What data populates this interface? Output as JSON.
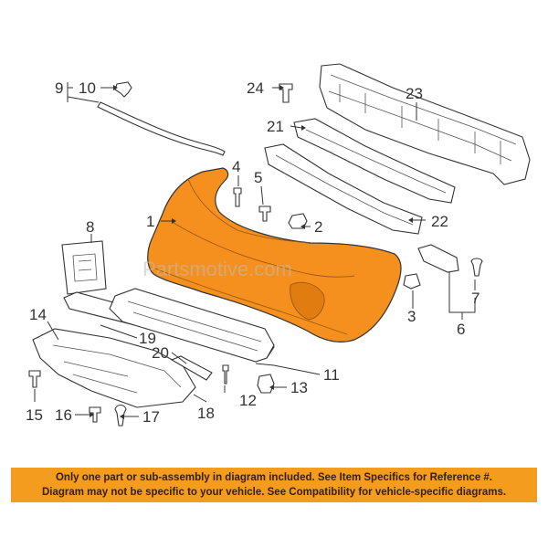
{
  "diagram": {
    "callouts": [
      "1",
      "2",
      "3",
      "4",
      "5",
      "6",
      "7",
      "8",
      "9",
      "10",
      "11",
      "12",
      "13",
      "14",
      "15",
      "16",
      "17",
      "18",
      "19",
      "20",
      "21",
      "22",
      "23",
      "24"
    ],
    "highlight_color": "#f5901e",
    "watermark": "Partsmotive.com"
  },
  "notice": {
    "line1": "Only one part or sub-assembly in diagram included. See Item Specifics for Reference #.",
    "line2": "Diagram may not be specific to your vehicle. See Compatibility for vehicle-specific diagrams.",
    "background": "#f39c1e"
  }
}
